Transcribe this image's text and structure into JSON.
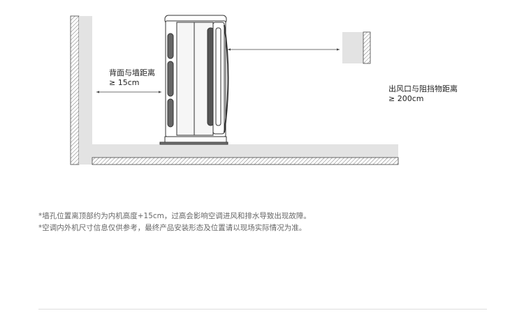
{
  "labels": {
    "back_to_wall": "背面与墙距离",
    "back_to_wall_value": "≥ 15cm",
    "outlet_to_obstacle": "出风口与阻挡物距离",
    "outlet_to_obstacle_value": "≥ 200cm"
  },
  "notes": [
    "*墙孔位置离顶部约为内机高度+15cm，过高会影响空调进风和排水导致出现故障。",
    "*空调内外机尺寸信息仅供参考，最终产品安装形态及位置请以现场实际情况为准。"
  ],
  "colors": {
    "gray": "#e3e3e3",
    "line": "#444444"
  }
}
